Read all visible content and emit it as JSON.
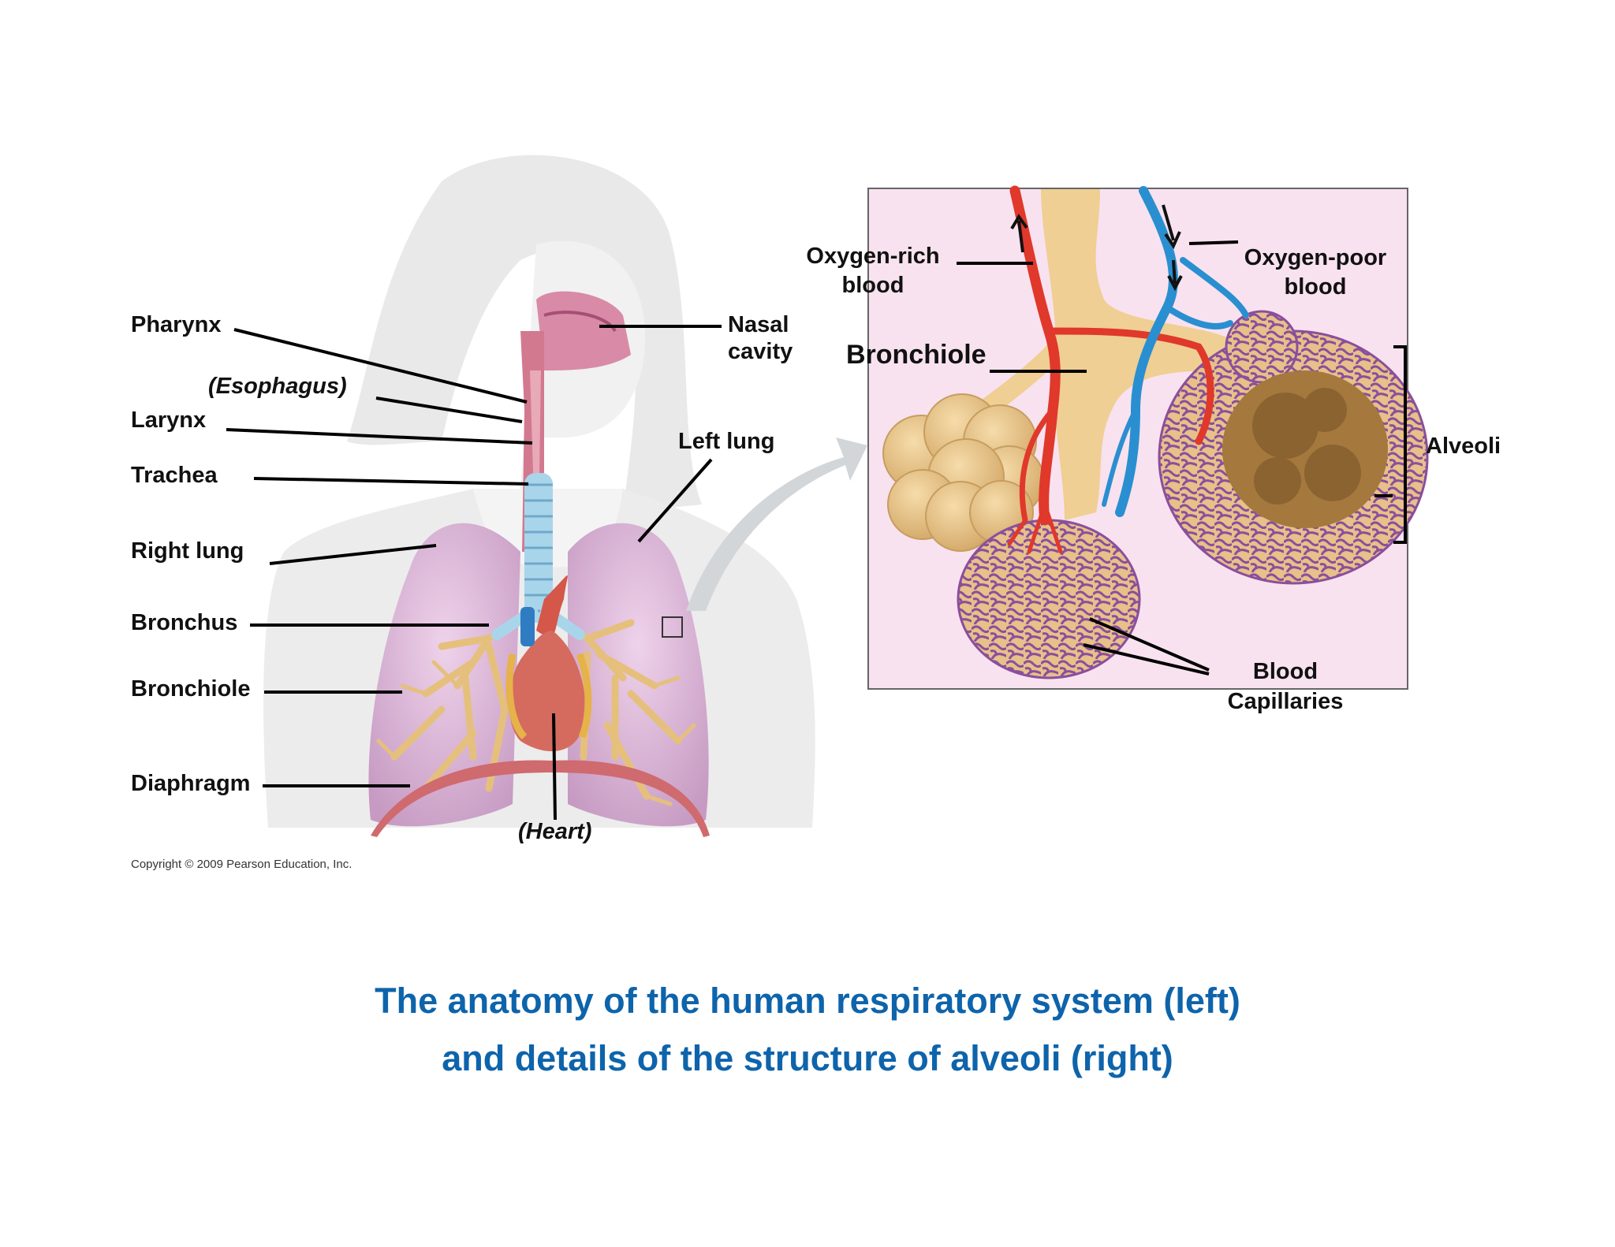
{
  "left_figure": {
    "labels": {
      "pharynx": "Pharynx",
      "esophagus": "(Esophagus)",
      "larynx": "Larynx",
      "trachea": "Trachea",
      "right_lung": "Right lung",
      "bronchus": "Bronchus",
      "bronchiole": "Bronchiole",
      "diaphragm": "Diaphragm",
      "nasal_cavity_line1": "Nasal",
      "nasal_cavity_line2": "cavity",
      "left_lung": "Left lung",
      "heart": "(Heart)"
    },
    "copyright": "Copyright © 2009 Pearson Education, Inc."
  },
  "right_figure": {
    "labels": {
      "oxygen_rich_line1": "Oxygen-rich",
      "oxygen_rich_line2": "blood",
      "oxygen_poor_line1": "Oxygen-poor",
      "oxygen_poor_line2": "blood",
      "bronchiole": "Bronchiole",
      "alveoli": "Alveoli",
      "blood_line1": "Blood",
      "blood_line2": "Capillaries"
    }
  },
  "caption": {
    "line1": "The anatomy of the human respiratory system (left)",
    "line2": "and details of the structure of alveoli (right)"
  },
  "colors": {
    "caption": "#0e64ab",
    "artery": "#e0382b",
    "vein": "#2a8fd0",
    "bronchiole": "#e8c98f",
    "capillary": "#8a4f9c",
    "lung": "#dcb4d6",
    "inset_background": "#f8e2ef"
  }
}
